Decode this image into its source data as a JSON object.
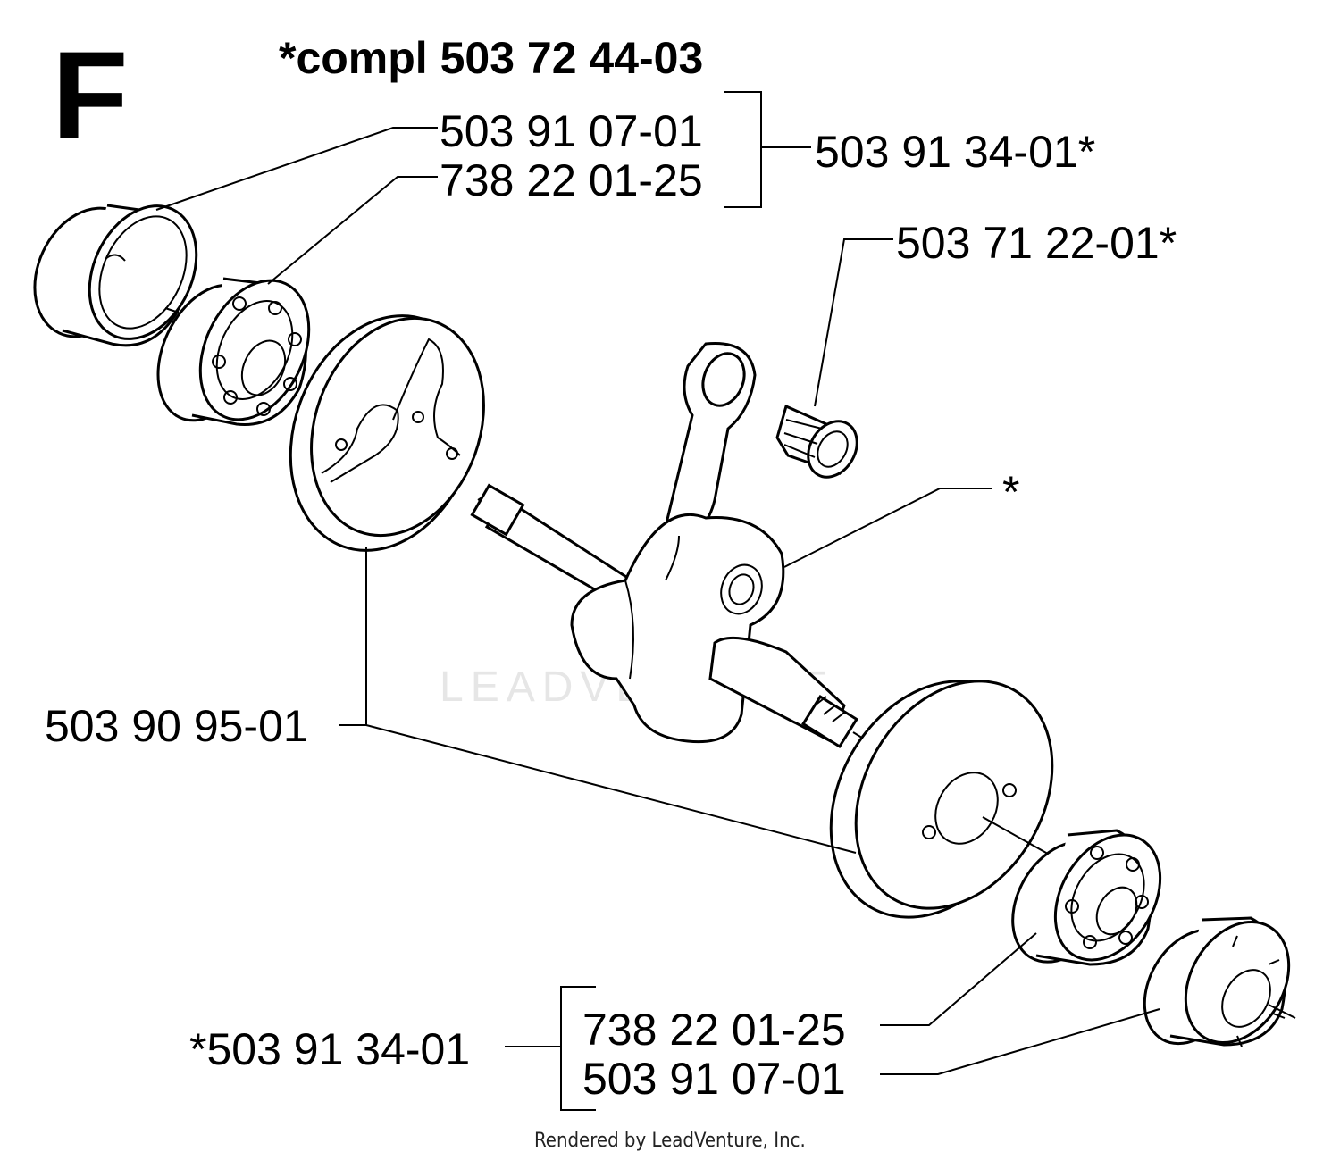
{
  "section_letter": "F",
  "assembly_label": "*compl 503 72 44-03",
  "labels": {
    "top_bearing_seal": "503 91 07-01",
    "top_ball_bearing": "738 22 01-25",
    "top_kit": "503 91 34-01*",
    "needle_bearing": "503 71 22-01*",
    "crankshaft": "*",
    "counterweight": "503 90 95-01",
    "bottom_kit": "*503 91 34-01",
    "bottom_ball_bearing": "738 22 01-25",
    "bottom_bearing_seal": "503 91 07-01"
  },
  "watermark": "LEADVENTURE",
  "credit": "Rendered by LeadVenture, Inc."
}
